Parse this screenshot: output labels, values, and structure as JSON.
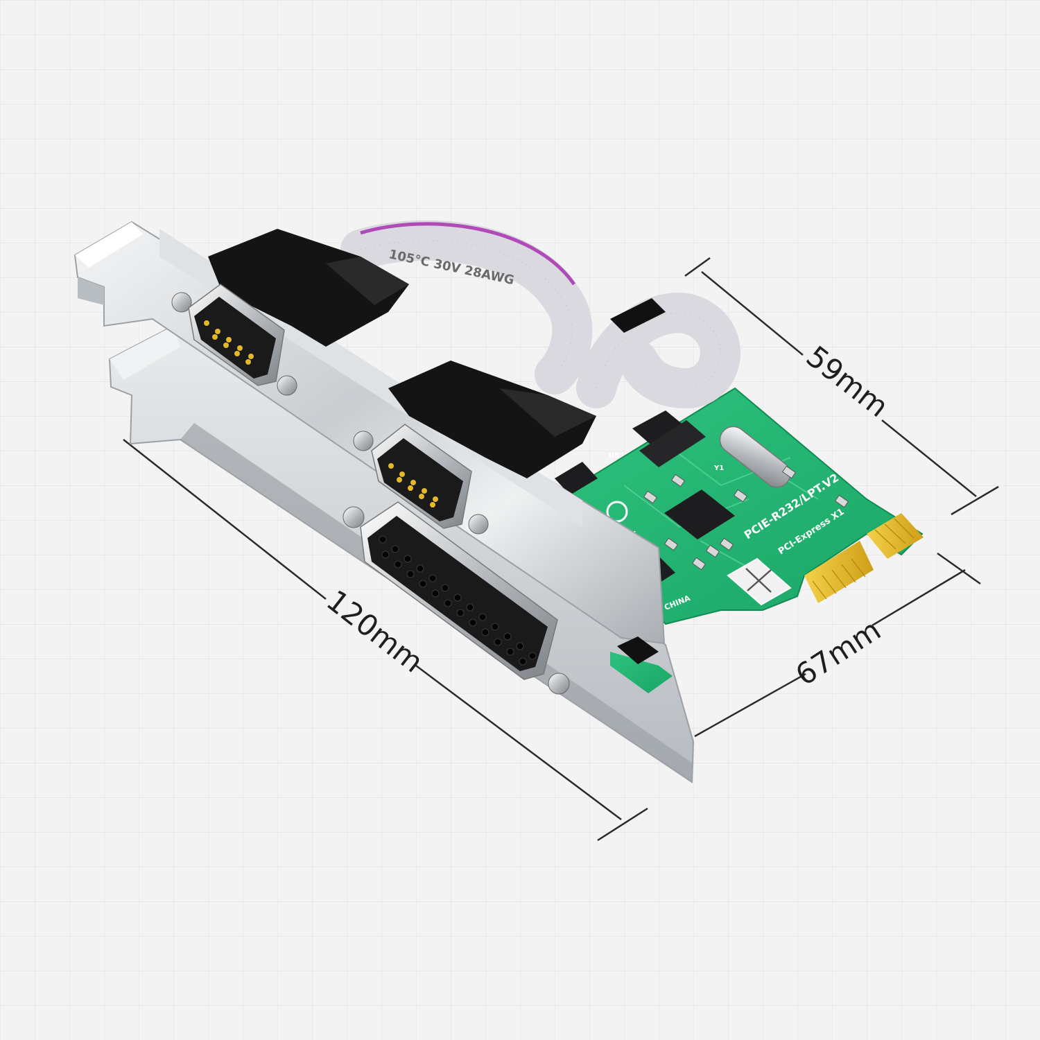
{
  "dimensions": {
    "height_label": "59mm",
    "width_label": "67mm",
    "length_label": "120mm"
  },
  "board": {
    "model_label": "PCIE-R232/LPT.V2",
    "interface_label": "PCI-Express X1",
    "origin_label": "CHINA",
    "cable_text": "105°C 30V 28AWG",
    "component_labels": [
      "U5",
      "Y1",
      "C4"
    ]
  },
  "colors": {
    "pcb": "#22b573",
    "bracket": "#cfd3d6",
    "gold": "#e3b82a",
    "connector_black": "#151515",
    "cable": "#d9d9df",
    "cable_stripe": "#b04ab8"
  }
}
